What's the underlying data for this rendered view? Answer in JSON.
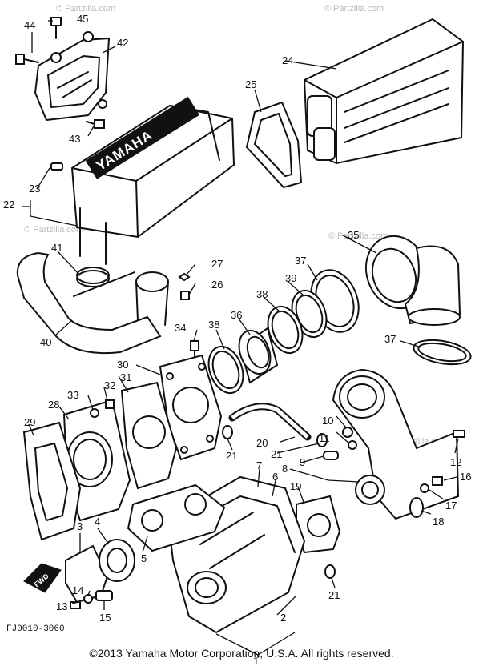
{
  "watermark": "© Partzilla.com",
  "diagram_code": "FJ0010-3060",
  "brand_label": "YAMAHA",
  "fwd_label": "FWD",
  "copyright": "©2013  Yamaha Motor Corporation, U.S.A. All rights reserved.",
  "callouts": [
    "1",
    "2",
    "3",
    "4",
    "5",
    "6",
    "7",
    "8",
    "9",
    "10",
    "11",
    "12",
    "13",
    "14",
    "15",
    "16",
    "17",
    "18",
    "19",
    "20",
    "21",
    "22",
    "23",
    "24",
    "25",
    "26",
    "27",
    "28",
    "29",
    "30",
    "31",
    "32",
    "33",
    "34",
    "35",
    "36",
    "37",
    "38",
    "39",
    "40",
    "41",
    "42",
    "43",
    "44",
    "45"
  ],
  "extra_callouts": {
    "twentyone_a": "21",
    "twentyone_b": "21",
    "twentyone_c": "21",
    "thirtyseven_b": "37",
    "thirtyeight_b": "38",
    "twentytwo": "22"
  }
}
